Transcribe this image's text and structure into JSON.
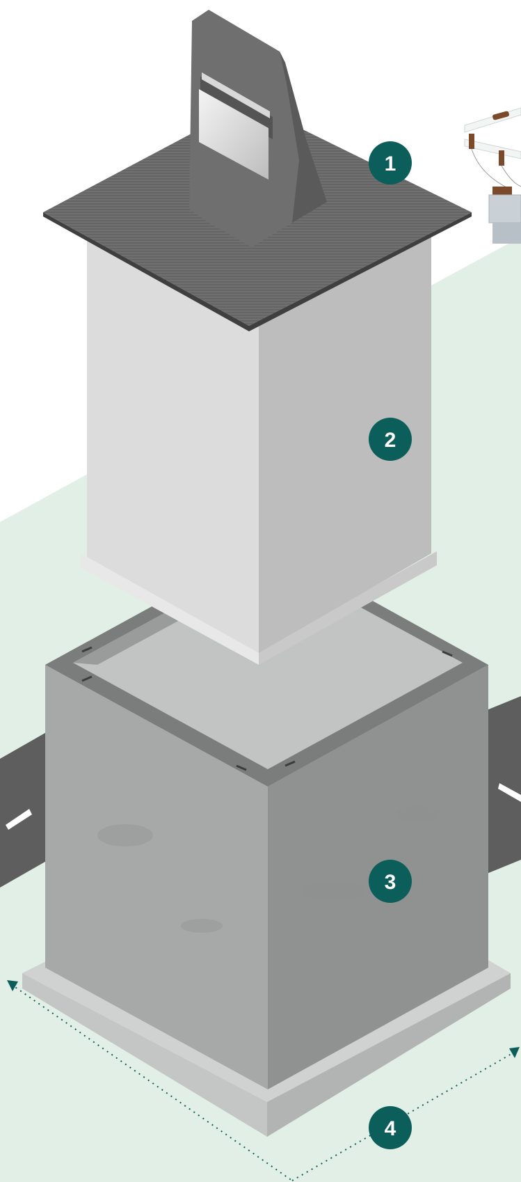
{
  "diagram": {
    "callouts": [
      {
        "label": "1",
        "part": "lid"
      },
      {
        "label": "2",
        "part": "insulated-body"
      },
      {
        "label": "3",
        "part": "concrete-base"
      },
      {
        "label": "4",
        "part": "footprint-dimensions"
      }
    ]
  },
  "colors": {
    "background_ground": "#e2efe6",
    "badge_fill": "#0b5e59",
    "badge_text": "#ffffff",
    "road": "#5e5e5e",
    "road_marking": "#ffffff",
    "lid": "#6b6b6b",
    "insulated_body_front": "#dcdcdc",
    "insulated_body_side": "#bdbdbd",
    "concrete_front": "#a7a8a8",
    "concrete_side": "#909191",
    "dimension_line": "#0b5e59"
  },
  "icons": {
    "dispenser": "dispenser-icon",
    "utility_pole": "power-line-icon"
  }
}
